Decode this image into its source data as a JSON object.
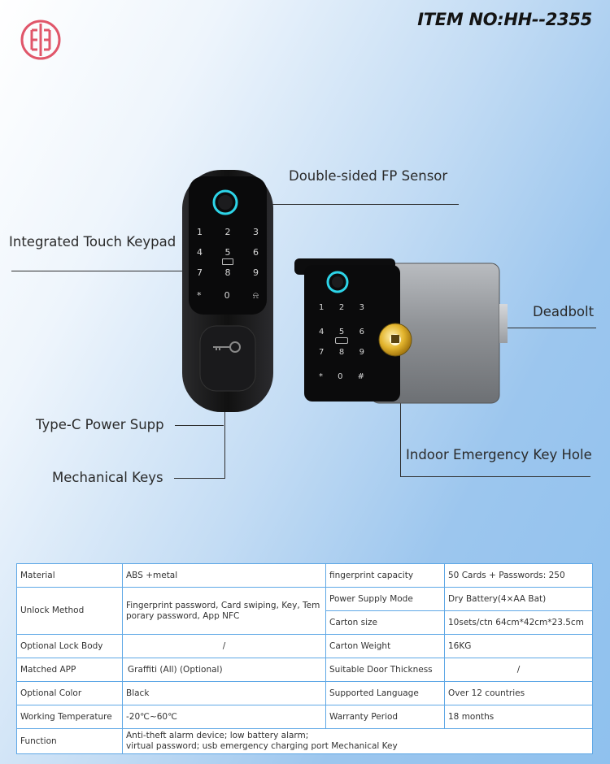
{
  "header": {
    "item_no": "ITEM NO:HH--2355",
    "logo_icon": "brand-logo-icon",
    "logo_color": "#e0566a"
  },
  "callouts": {
    "fp_sensor": "Double-sided FP Sensor",
    "keypad": "Integrated Touch Keypad",
    "deadbolt": "Deadbolt",
    "type_c": "Type-C Power Supp",
    "mech_keys": "Mechanical Keys",
    "key_hole": "Indoor Emergency Key Hole"
  },
  "keypad_front": {
    "keys": [
      "1",
      "2",
      "3",
      "4",
      "5",
      "6",
      "7",
      "8",
      "9",
      "*",
      "0"
    ],
    "bell_icon": "bell-icon",
    "card_icon": "card-icon",
    "fingerprint_icon": "fingerprint-icon",
    "key_icon": "key-icon"
  },
  "keypad_side": {
    "keys": [
      "1",
      "2",
      "3",
      "4",
      "5",
      "6",
      "7",
      "8",
      "9",
      "*",
      "0",
      "#"
    ],
    "nfc_icon": "nfc-icon"
  },
  "specs": {
    "border_color": "#5fa8e6",
    "material_label": "Material",
    "material_value": "ABS +metal",
    "fp_capacity_label": "fingerprint capacity",
    "fp_capacity_value": "50  Cards + Passwords: 250",
    "unlock_label": "Unlock Method",
    "unlock_value": "Fingerprint password, Card swiping, Key, Temporary password, App NFC",
    "power_label": "Power Supply Mode",
    "power_value": "Dry Battery(4×AA Bat)",
    "carton_size_label": "Carton size",
    "carton_size_value": "10sets/ctn 64cm*42cm*23.5cm",
    "lock_body_label": "Optional Lock Body",
    "lock_body_value": "/",
    "carton_weight_label": "Carton Weight",
    "carton_weight_value": "16KG",
    "app_label": "Matched APP",
    "app_value": "Graffiti (All) (Optional)",
    "door_thickness_label": "Suitable Door Thickness",
    "door_thickness_value": "/",
    "color_label": "Optional Color",
    "color_value": "Black",
    "language_label": "Supported Language",
    "language_value": "Over 12 countries",
    "temp_label": "Working Temperature",
    "temp_value": "-20℃~60℃",
    "warranty_label": "Warranty Period",
    "warranty_value": "18 months",
    "function_label": "Function",
    "function_line1": "Anti-theft alarm device; low battery alarm;",
    "function_line2": "virtual password; usb emergency charging port  Mechanical Key"
  }
}
